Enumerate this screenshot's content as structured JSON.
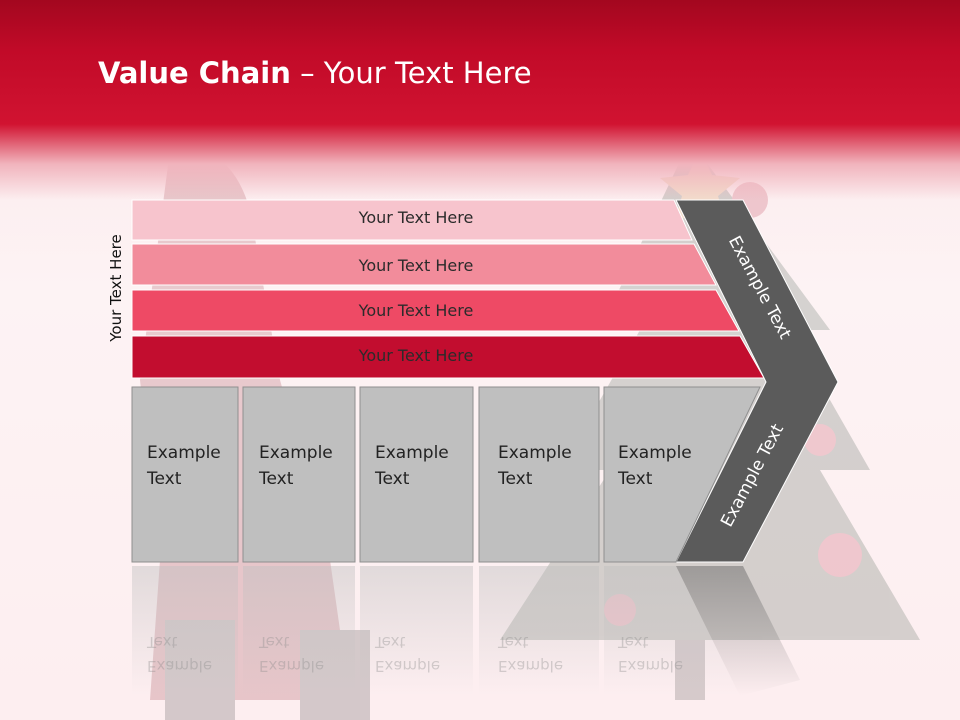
{
  "slide": {
    "title_bold": "Value Chain",
    "title_rest": " – Your Text Here",
    "side_label": "Your Text Here"
  },
  "rows": [
    {
      "label": "Your Text Here",
      "color": "#f7c4cd"
    },
    {
      "label": "Your Text Here",
      "color": "#f28c9b"
    },
    {
      "label": "Your Text Here",
      "color": "#ee4a65"
    },
    {
      "label": "Your Text Here",
      "color": "#c20d2f"
    }
  ],
  "arrow": {
    "upper_label": "Example Text",
    "lower_label": "Example Text",
    "color": "#5b5b5b"
  },
  "cards": [
    {
      "line1": "Example",
      "line2": "Text"
    },
    {
      "line1": "Example",
      "line2": "Text"
    },
    {
      "line1": "Example",
      "line2": "Text"
    },
    {
      "line1": "Example",
      "line2": "Text"
    },
    {
      "line1": "Example",
      "line2": "Text"
    }
  ],
  "colors": {
    "header_red": "#c10a28",
    "card_fill": "#bfbfbf",
    "card_border": "#8f8f8f"
  }
}
